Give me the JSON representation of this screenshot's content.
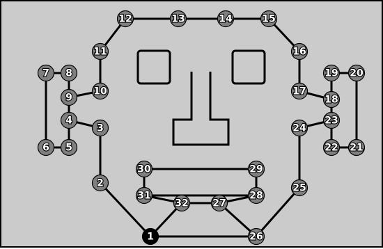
{
  "colors": {
    "panel_background": "#cbcbcb",
    "panel_border": "#000000",
    "edge": "#000000",
    "node_fill": "#7f7f7f",
    "node_fill_start": "#000000",
    "node_label": "#ffffff"
  },
  "puzzle": {
    "start_node": "1",
    "nodes": [
      "1",
      "2",
      "3",
      "4",
      "5",
      "6",
      "7",
      "8",
      "9",
      "10",
      "11",
      "12",
      "13",
      "14",
      "15",
      "16",
      "17",
      "18",
      "19",
      "20",
      "21",
      "22",
      "23",
      "24",
      "25",
      "26",
      "27",
      "28",
      "29",
      "30",
      "31",
      "32"
    ],
    "edges": [
      [
        "1",
        "2"
      ],
      [
        "2",
        "3"
      ],
      [
        "3",
        "4"
      ],
      [
        "4",
        "5"
      ],
      [
        "4",
        "9"
      ],
      [
        "5",
        "6"
      ],
      [
        "6",
        "7"
      ],
      [
        "7",
        "8"
      ],
      [
        "8",
        "9"
      ],
      [
        "9",
        "10"
      ],
      [
        "10",
        "11"
      ],
      [
        "11",
        "12"
      ],
      [
        "12",
        "13"
      ],
      [
        "13",
        "14"
      ],
      [
        "14",
        "15"
      ],
      [
        "15",
        "16"
      ],
      [
        "16",
        "17"
      ],
      [
        "17",
        "18"
      ],
      [
        "18",
        "19"
      ],
      [
        "19",
        "20"
      ],
      [
        "20",
        "21"
      ],
      [
        "21",
        "22"
      ],
      [
        "22",
        "23"
      ],
      [
        "23",
        "18"
      ],
      [
        "23",
        "24"
      ],
      [
        "24",
        "25"
      ],
      [
        "25",
        "26"
      ],
      [
        "26",
        "1"
      ],
      [
        "26",
        "27"
      ],
      [
        "27",
        "28"
      ],
      [
        "28",
        "29"
      ],
      [
        "29",
        "30"
      ],
      [
        "30",
        "31"
      ],
      [
        "31",
        "32"
      ],
      [
        "32",
        "27"
      ],
      [
        "32",
        "1"
      ]
    ]
  }
}
